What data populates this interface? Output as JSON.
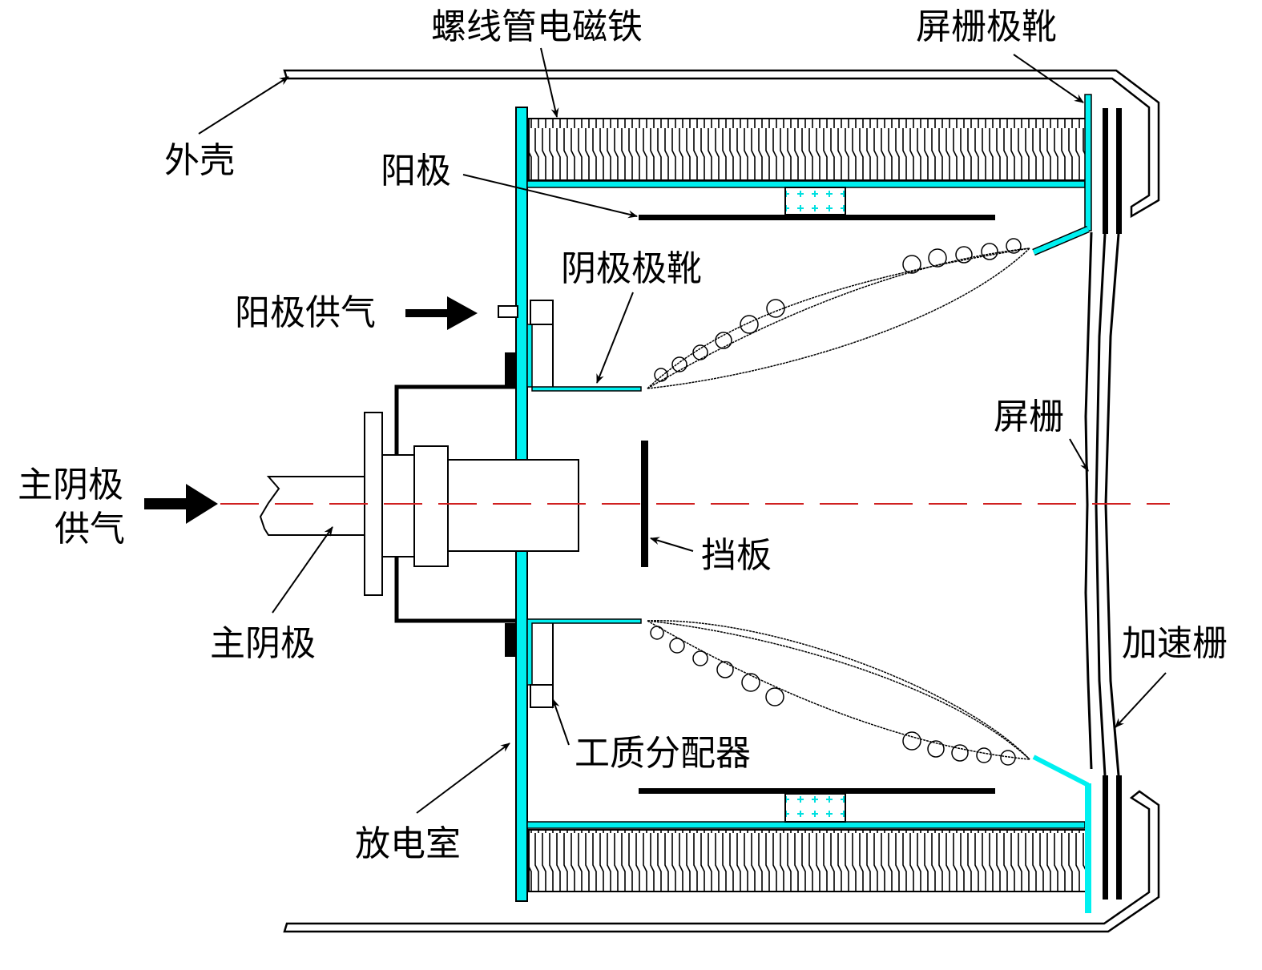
{
  "diagram": {
    "type": "ion thruster cross-section",
    "colors": {
      "line": "#000000",
      "metal_part": "#00f0f0",
      "centerline": "#d02020",
      "background": "#ffffff"
    }
  },
  "labels": {
    "solenoid": "螺线管电磁铁",
    "screen_pole_shoe": "屏栅极靴",
    "shell": "外壳",
    "anode": "阳极",
    "cathode_pole_shoe": "阴极极靴",
    "anode_feed": "阳极供气",
    "screen_grid": "屏栅",
    "main_cathode_feed_line1": "主阴极",
    "main_cathode_feed_line2": "供气",
    "baffle": "挡板",
    "main_cathode": "主阴极",
    "accel_grid": "加速栅",
    "propellant_distributor": "工质分配器",
    "discharge_chamber": "放电室"
  }
}
